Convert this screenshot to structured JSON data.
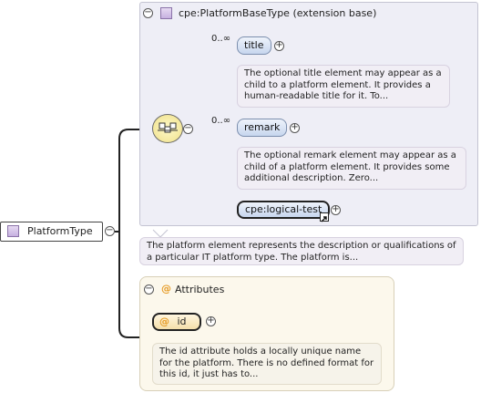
{
  "root": {
    "name": "PlatformType",
    "doc": "The platform element represents the description or qualifications of a particular IT platform type. The platform is..."
  },
  "extension": {
    "title": "cpe:PlatformBaseType (extension base)",
    "elements": [
      {
        "name": "title",
        "occurrence": "0..∞",
        "doc": "The optional title element may appear as a child to a platform element. It provides a human-readable title for it. To..."
      },
      {
        "name": "remark",
        "occurrence": "0..∞",
        "doc": "The optional remark element may appear as a child of a platform element. It provides some additional description. Zero..."
      },
      {
        "name": "cpe:logical-test",
        "occurrence": "",
        "doc": ""
      }
    ]
  },
  "attributes": {
    "title": "Attributes",
    "at_symbol": "@",
    "items": [
      {
        "name": "id",
        "doc": "The id attribute holds a locally unique name for the platform. There is no defined format for this id, it just has to..."
      }
    ]
  },
  "icons": {
    "type_icon": "purple-square",
    "sequence_icon": "sequence-compositor",
    "reference_icon": "arrow-reference"
  },
  "colors": {
    "type_icon": "#c6b0e0",
    "element_fill": "#c7d6ee",
    "attribute_fill": "#f4dfaa",
    "doc_fill": "#f1eef5",
    "extension_fill": "#eeeef6"
  }
}
